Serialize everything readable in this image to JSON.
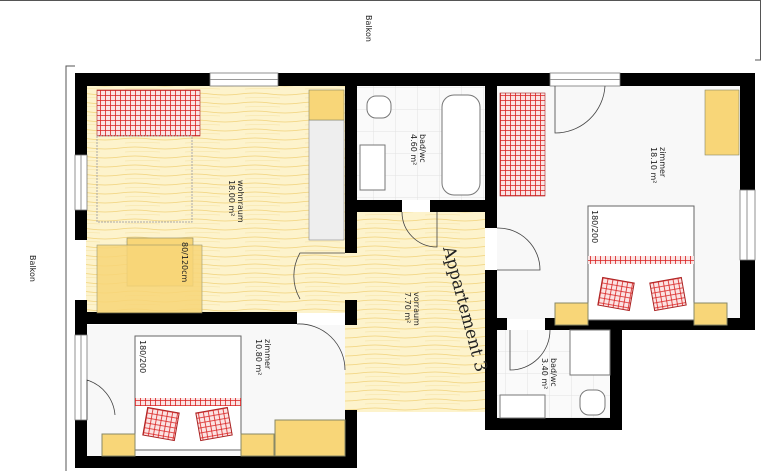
{
  "plan": {
    "apartment_name": "Appartement 3",
    "balcony_top": "Balkon",
    "balcony_left": "Balkon",
    "rooms": {
      "wohnraum": {
        "name": "wohnraum",
        "area": "18.00 m²"
      },
      "bad1": {
        "name": "bad/wc",
        "area": "4.60 m²"
      },
      "vorraum": {
        "name": "vorraum",
        "area": "7.70 m²"
      },
      "zimmer1": {
        "name": "zimmer",
        "area": "18.10 m²"
      },
      "bad2": {
        "name": "bad/wc",
        "area": "3.40 m²"
      },
      "zimmer2": {
        "name": "zimmer",
        "area": "10.80 m²"
      }
    },
    "bed1_size": "180/200",
    "bed2_size": "180/200",
    "table_size": "80/120cm"
  },
  "colors": {
    "wood": "#fdf1c4",
    "wood_line": "#f3d77e",
    "furniture": "#f8d678",
    "fabric": "#d9201f",
    "wall": "#000000"
  }
}
